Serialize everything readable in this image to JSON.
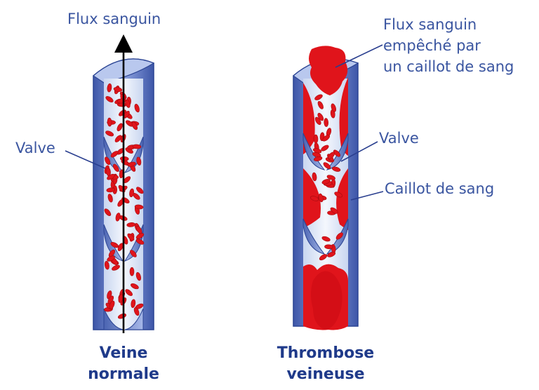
{
  "normal_vein": {
    "flow_label": "Flux sanguin",
    "valve_label": "Valve",
    "caption_line1": "Veine",
    "caption_line2": "normale"
  },
  "thrombosis_vein": {
    "blocked_flow_line1": "Flux sanguin",
    "blocked_flow_line2": "empêché par",
    "blocked_flow_line3": "un caillot de sang",
    "valve_label": "Valve",
    "clot_label": "Caillot de sang",
    "caption_line1": "Thrombose",
    "caption_line2": "veineuse"
  },
  "colors": {
    "label_blue": "#3a55a0",
    "caption_blue": "#1f3a8a",
    "vein_wall": "#6f87cc",
    "vein_lumen": "#dfe8f7",
    "blood_red": "#e0141b",
    "arrow": "#000000"
  }
}
